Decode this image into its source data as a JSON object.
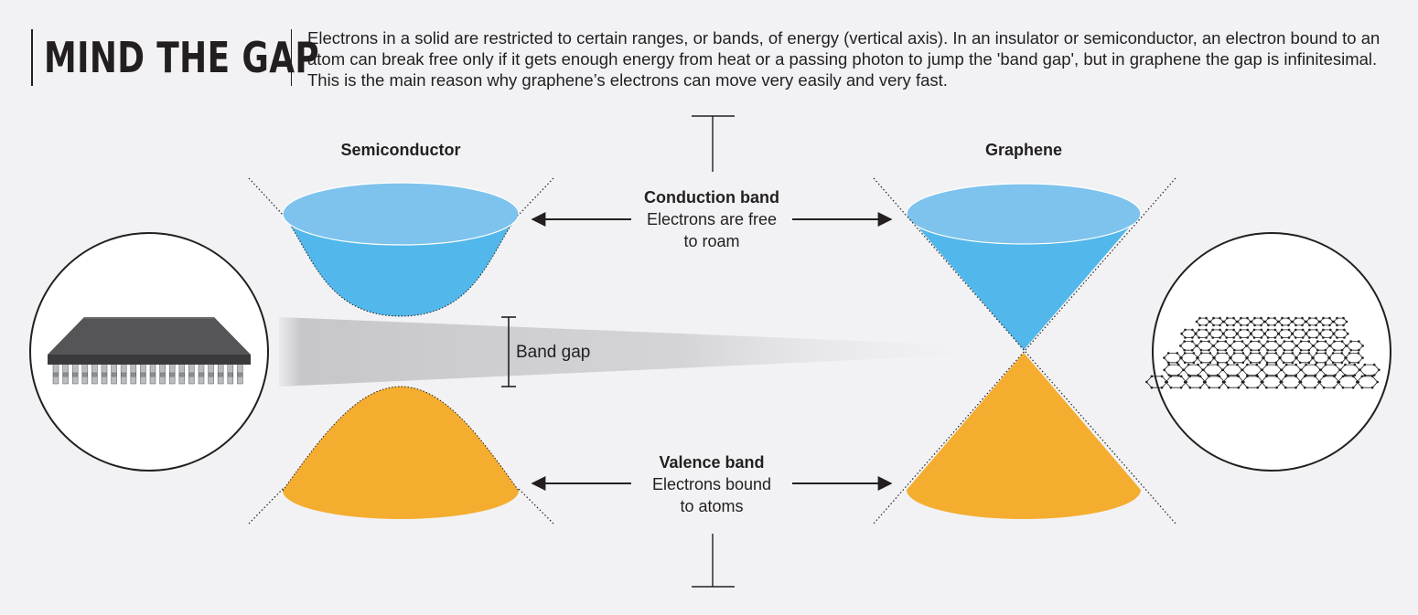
{
  "header": {
    "title": "MIND THE GAP",
    "description": "Electrons in a solid are restricted to certain ranges, or bands, of energy (vertical axis). In an insulator or semiconductor, an electron bound to an atom can break free only if it gets enough energy from heat or a passing photon to jump the 'band gap', but in graphene the gap is infinitesimal. This is the main reason why graphene’s electrons can move very easily and very fast."
  },
  "panels": {
    "semiconductor_label": "Semiconductor",
    "graphene_label": "Graphene"
  },
  "conduction": {
    "title": "Conduction band",
    "line1": "Electrons are free",
    "line2": "to roam"
  },
  "valence": {
    "title": "Valence band",
    "line1": "Electrons bound",
    "line2": "to atoms"
  },
  "band_gap_label": "Band gap",
  "colors": {
    "background": "#f2f2f4",
    "conduction_top": "#7ec3ed",
    "conduction_body": "#52b7ea",
    "valence": "#f4ad2f",
    "text": "#231f20",
    "gap_shadow": "#c9c9cc"
  },
  "icons": {
    "semiconductor_image": "microchip-icon",
    "graphene_image": "graphene-lattice-icon"
  }
}
